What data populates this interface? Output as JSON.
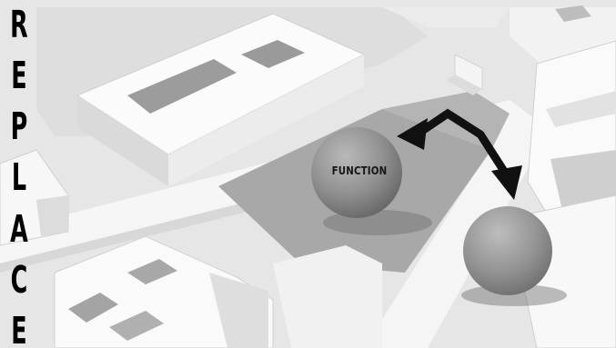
{
  "side_title": {
    "letters": [
      "R",
      "E",
      "P",
      "L",
      "A",
      "C",
      "E"
    ]
  },
  "spheres": [
    {
      "label": "FUNCTION"
    },
    {
      "label": ""
    }
  ],
  "colors": {
    "ground": "#e4e4e4",
    "street": "#f7f7f7",
    "building_roof": "#fbfbfb",
    "building_wall": "#dcdcdc",
    "plaza": "#a9a9a9",
    "sphere": "#8d8d8d",
    "arrow": "#111111",
    "text": "#000000"
  },
  "icons": {
    "arrow": "double-headed-zigzag-arrow-icon"
  }
}
